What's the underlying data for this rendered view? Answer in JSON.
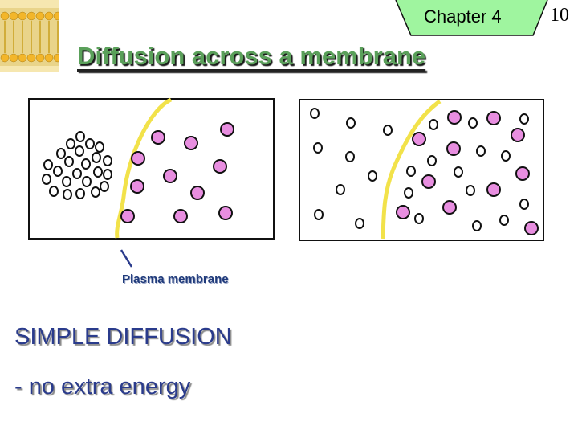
{
  "header": {
    "chapter_label": "Chapter 4",
    "page_number": "10"
  },
  "title": "Diffusion across a membrane",
  "diagram": {
    "membrane_label": "Plasma membrane",
    "colors": {
      "membrane": "#f2e24a",
      "pink_molecule": "#e88ee0",
      "molecule_outline": "#111111",
      "chapter_tab": "#9ff59f"
    }
  },
  "bullets": {
    "line1": "SIMPLE DIFFUSION",
    "line2": "- no  extra energy"
  }
}
